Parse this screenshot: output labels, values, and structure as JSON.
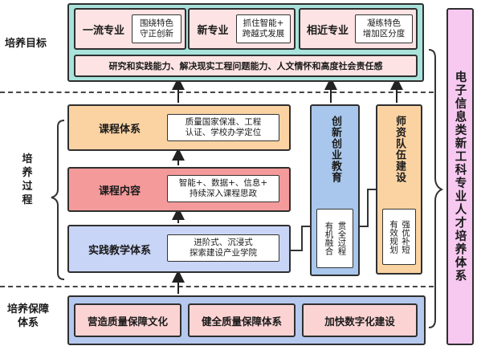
{
  "sections": {
    "goal_label": "培养目标",
    "process_label": "培\n养\n过\n程",
    "guarantee_label": "培养保障\n体系"
  },
  "goal": {
    "cards": [
      {
        "title": "一流专业",
        "desc": "围绕特色\n守正创新"
      },
      {
        "title": "新专业",
        "desc": "抓住智能+\n跨越式发展"
      },
      {
        "title": "相近专业",
        "desc": "凝练特色\n增加区分度"
      }
    ],
    "abilities": "研究和实践能力、解决现实工程问题能力、人文情怀和高度社会责任感"
  },
  "process": {
    "curriculum_system": {
      "title": "课程体系",
      "desc": "质量国家保准、工程\n认证、学校办学定位"
    },
    "curriculum_content": {
      "title": "课程内容",
      "desc": "智能+、数据+、信息+\n持续深入课程思政"
    },
    "practice_system": {
      "title": "实践教学体系",
      "desc": "进阶式、沉浸式\n探索建设产业学院"
    },
    "innovation": {
      "title": "创新创业教育",
      "desc_cols": [
        "贯全过程",
        "有机融合"
      ]
    },
    "faculty": {
      "title": "师资队伍建设",
      "desc_cols": [
        "强优补短",
        "有效规划"
      ]
    }
  },
  "guarantee": {
    "items": [
      "营造质量保障文化",
      "健全质量保障体系",
      "加快数字化建设"
    ]
  },
  "system_title": "电子信息类新工科专业人才培养体系",
  "colors": {
    "goal_bg": "#a8e3dc",
    "goal_border": "#2f2f2f",
    "goal_card": "#fde3e3",
    "orange": "#fbd3a3",
    "red": "#f59a9a",
    "blue": "#c9d5f7",
    "column_blue": "#a9c7ec",
    "system_pink": "#f7c8f0",
    "guarantee_bg": "#b5c8ee",
    "guarantee_item": "#fcd3d3"
  }
}
